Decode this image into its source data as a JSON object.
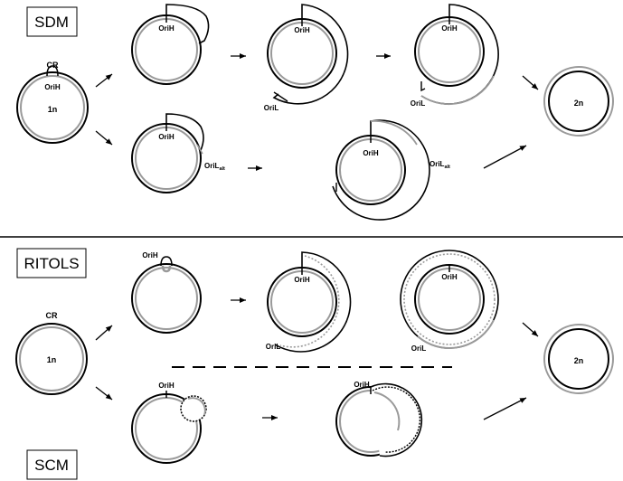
{
  "sections": {
    "top_title": "SDM",
    "bottom_title_1": "RITOLS",
    "bottom_title_2": "SCM"
  },
  "labels": {
    "cr": "CR",
    "orih": "OriH",
    "oril": "OriL",
    "oril_alt_main": "OriL",
    "oril_alt_sub": "alt",
    "n1": "1n",
    "n2": "2n"
  },
  "colors": {
    "outer_strand": "#000000",
    "inner_strand": "#9a9a9a",
    "nascent_strand": "#000000"
  }
}
